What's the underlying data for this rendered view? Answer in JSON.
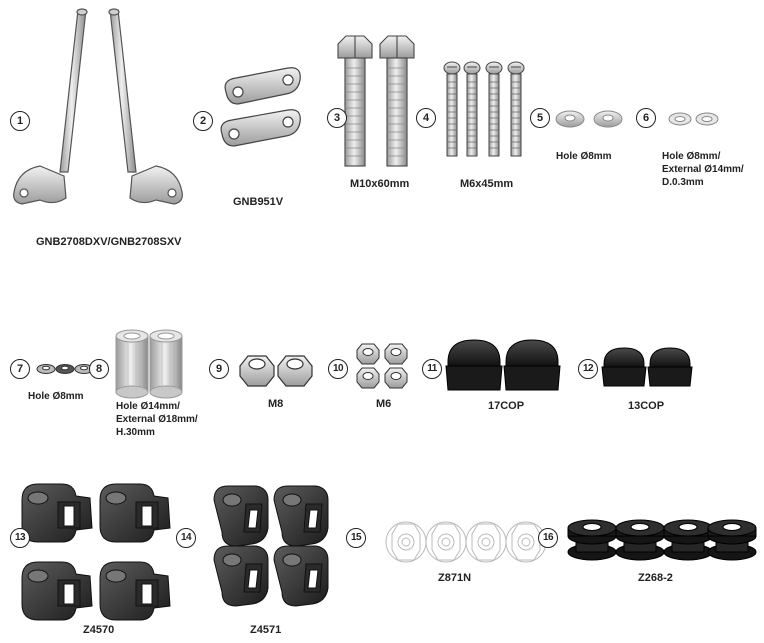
{
  "parts": [
    {
      "number": "1",
      "code": "GNB2708DXV/GNB2708SXV",
      "icon": "frame-bracket-icon"
    },
    {
      "number": "2",
      "code": "GNB951V",
      "icon": "plate-icon"
    },
    {
      "number": "3",
      "code": "M10x60mm",
      "icon": "hex-bolt-icon"
    },
    {
      "number": "4",
      "code": "M6x45mm",
      "icon": "screw-icon"
    },
    {
      "number": "5",
      "code": "Hole Ø8mm",
      "icon": "washer-icon"
    },
    {
      "number": "6",
      "code": "Hole Ø8mm/\nExternal Ø14mm/\nD.0.3mm",
      "icon": "thin-washer-icon"
    },
    {
      "number": "7",
      "code": "Hole Ø8mm",
      "icon": "washer-icon"
    },
    {
      "number": "8",
      "code": "Hole Ø14mm/\nExternal Ø18mm/\nH.30mm",
      "icon": "spacer-icon"
    },
    {
      "number": "9",
      "code": "M8",
      "icon": "lock-nut-icon"
    },
    {
      "number": "10",
      "code": "M6",
      "icon": "lock-nut-icon"
    },
    {
      "number": "11",
      "code": "17COP",
      "icon": "cap-nut-icon"
    },
    {
      "number": "12",
      "code": "13COP",
      "icon": "cap-nut-icon"
    },
    {
      "number": "13",
      "code": "Z4570",
      "icon": "clamp-icon"
    },
    {
      "number": "14",
      "code": "Z4571",
      "icon": "clamp-icon"
    },
    {
      "number": "15",
      "code": "Z871N",
      "icon": "flange-nut-icon"
    },
    {
      "number": "16",
      "code": "Z268-2",
      "icon": "rubber-grommet-icon"
    }
  ],
  "colors": {
    "ink": "#222222",
    "metal": "#d9d9d9",
    "rubber": "#1e1e1e",
    "outline": "#555555"
  }
}
